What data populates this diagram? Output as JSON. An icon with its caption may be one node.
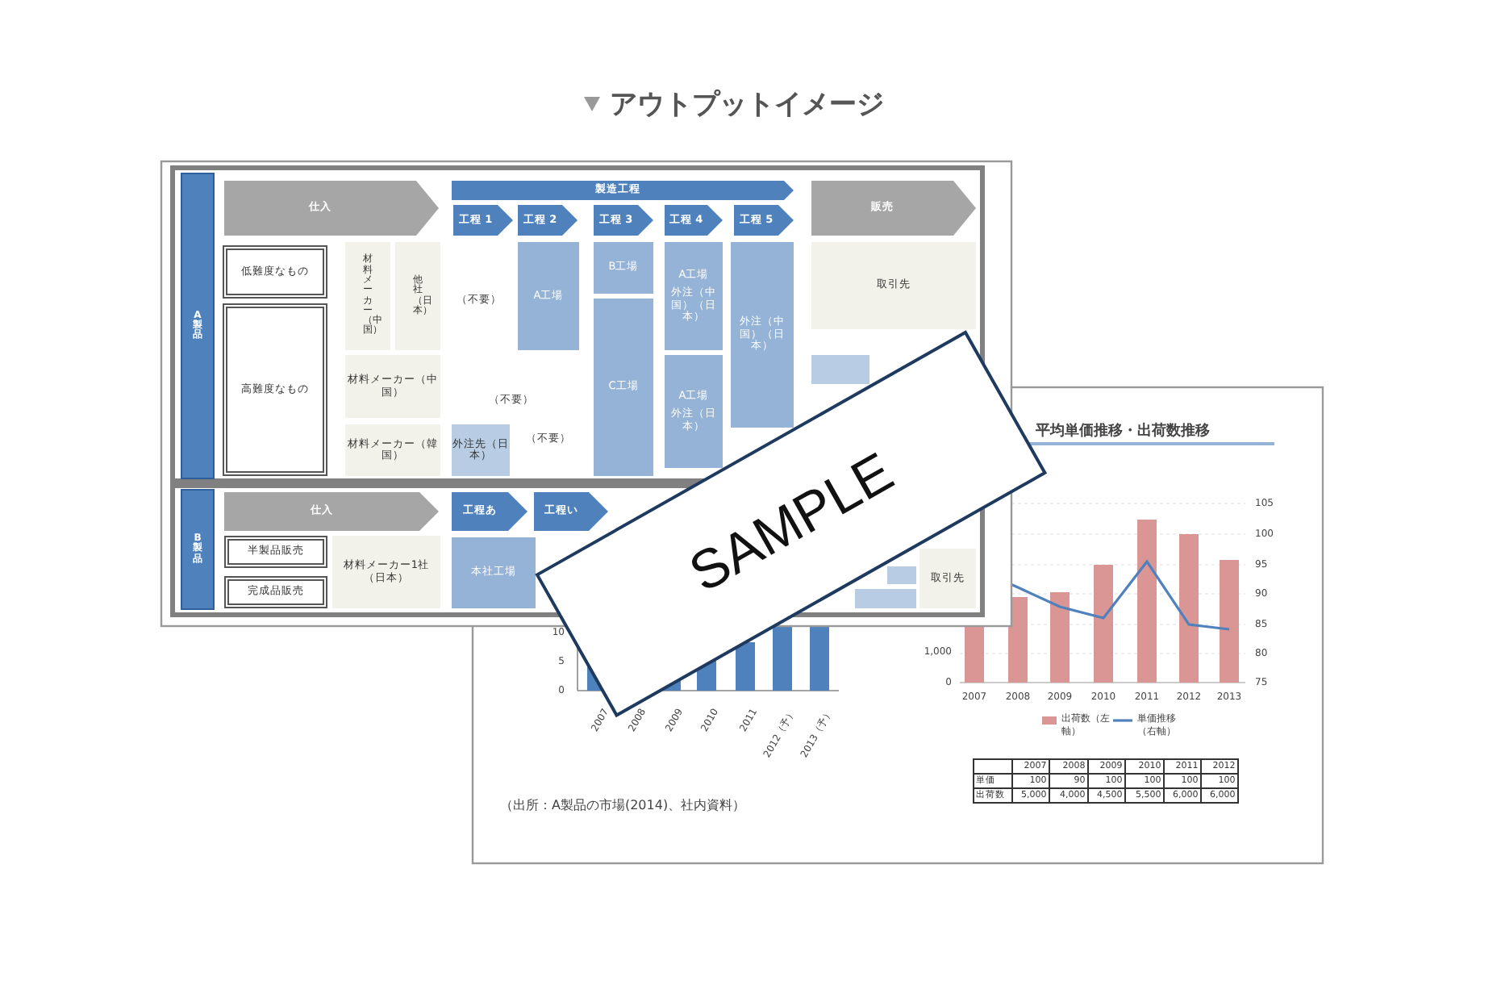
{
  "diagram": {
    "title": "アウトプットイメージ",
    "nodes": [
      {
        "text": [
          "A製品"
        ]
      },
      {
        "text": [
          "仕入"
        ]
      },
      {
        "text": [
          "製造工程"
        ]
      },
      {
        "text": [
          "工程 1"
        ]
      },
      {
        "text": [
          "工程 2"
        ]
      },
      {
        "text": [
          "工程 3"
        ]
      },
      {
        "text": [
          "工程 4"
        ]
      },
      {
        "text": [
          "工程 5"
        ]
      },
      {
        "text": [
          "販売"
        ]
      },
      {
        "text": [
          "低難度なもの"
        ]
      },
      {
        "text": [
          "高難度なもの"
        ]
      },
      {
        "text": [
          "材料メーカー（中国）"
        ]
      },
      {
        "text": [
          "他社（日本）"
        ]
      },
      {
        "text": [
          "材料メーカー（中国）"
        ]
      },
      {
        "text": [
          "材料メーカー（韓国）"
        ]
      },
      {
        "text": [
          "外注先（日本）"
        ]
      },
      {
        "text": [
          "A工場"
        ]
      },
      {
        "text": [
          "B工場"
        ]
      },
      {
        "text": [
          "C工場"
        ]
      },
      {
        "text": [
          "A工場",
          "外注（中国）（日本）"
        ]
      },
      {
        "text": [
          "A工場",
          "外注（日本）"
        ]
      },
      {
        "text": [
          "外注（中国）（日本）"
        ]
      },
      {
        "text": [
          "取引先"
        ]
      },
      {
        "text": [],
        "shape": "box"
      },
      {
        "text": [
          "B製品"
        ]
      },
      {
        "text": [
          "仕入"
        ]
      },
      {
        "text": [
          "工程あ"
        ]
      },
      {
        "text": [
          "工程い"
        ]
      },
      {
        "text": [
          "半製品販売"
        ]
      },
      {
        "text": [
          "完成品販売"
        ]
      },
      {
        "text": [
          "材料メーカー1社（日本）"
        ]
      },
      {
        "text": [
          "本社工場"
        ]
      },
      {
        "text": [],
        "shape": "box"
      },
      {
        "text": [],
        "shape": "box"
      },
      {
        "text": [
          "取引先"
        ]
      },
      {
        "text": [
          "SAMPLE"
        ]
      }
    ],
    "labels": [
      "（不要）",
      "（不要）",
      "（不要）",
      "10",
      "5",
      "0",
      "2007",
      "2008",
      "2009",
      "2010",
      "2011",
      "2012（予）",
      "2013（予）",
      "（出所：A製品の市場(2014)、社内資料）",
      "平均単価推移・出荷数推移",
      "105",
      "100",
      "95",
      "90",
      "85",
      "80",
      "75",
      "1,000",
      "0",
      "2007",
      "2008",
      "2009",
      "2010",
      "2011",
      "2012",
      "2013",
      "2007",
      "2008",
      "2009",
      "2010",
      "2011",
      "2012",
      "単価",
      "100",
      "90",
      "100",
      "100",
      "100",
      "100",
      "出荷数",
      "5,000",
      "4,000",
      "4,500",
      "5,500",
      "6,000",
      "6,000"
    ],
    "legend": [
      {
        "text": "出荷数（左軸）",
        "color": "#d99694"
      },
      {
        "text": "単価推移（右軸）"
      }
    ]
  }
}
